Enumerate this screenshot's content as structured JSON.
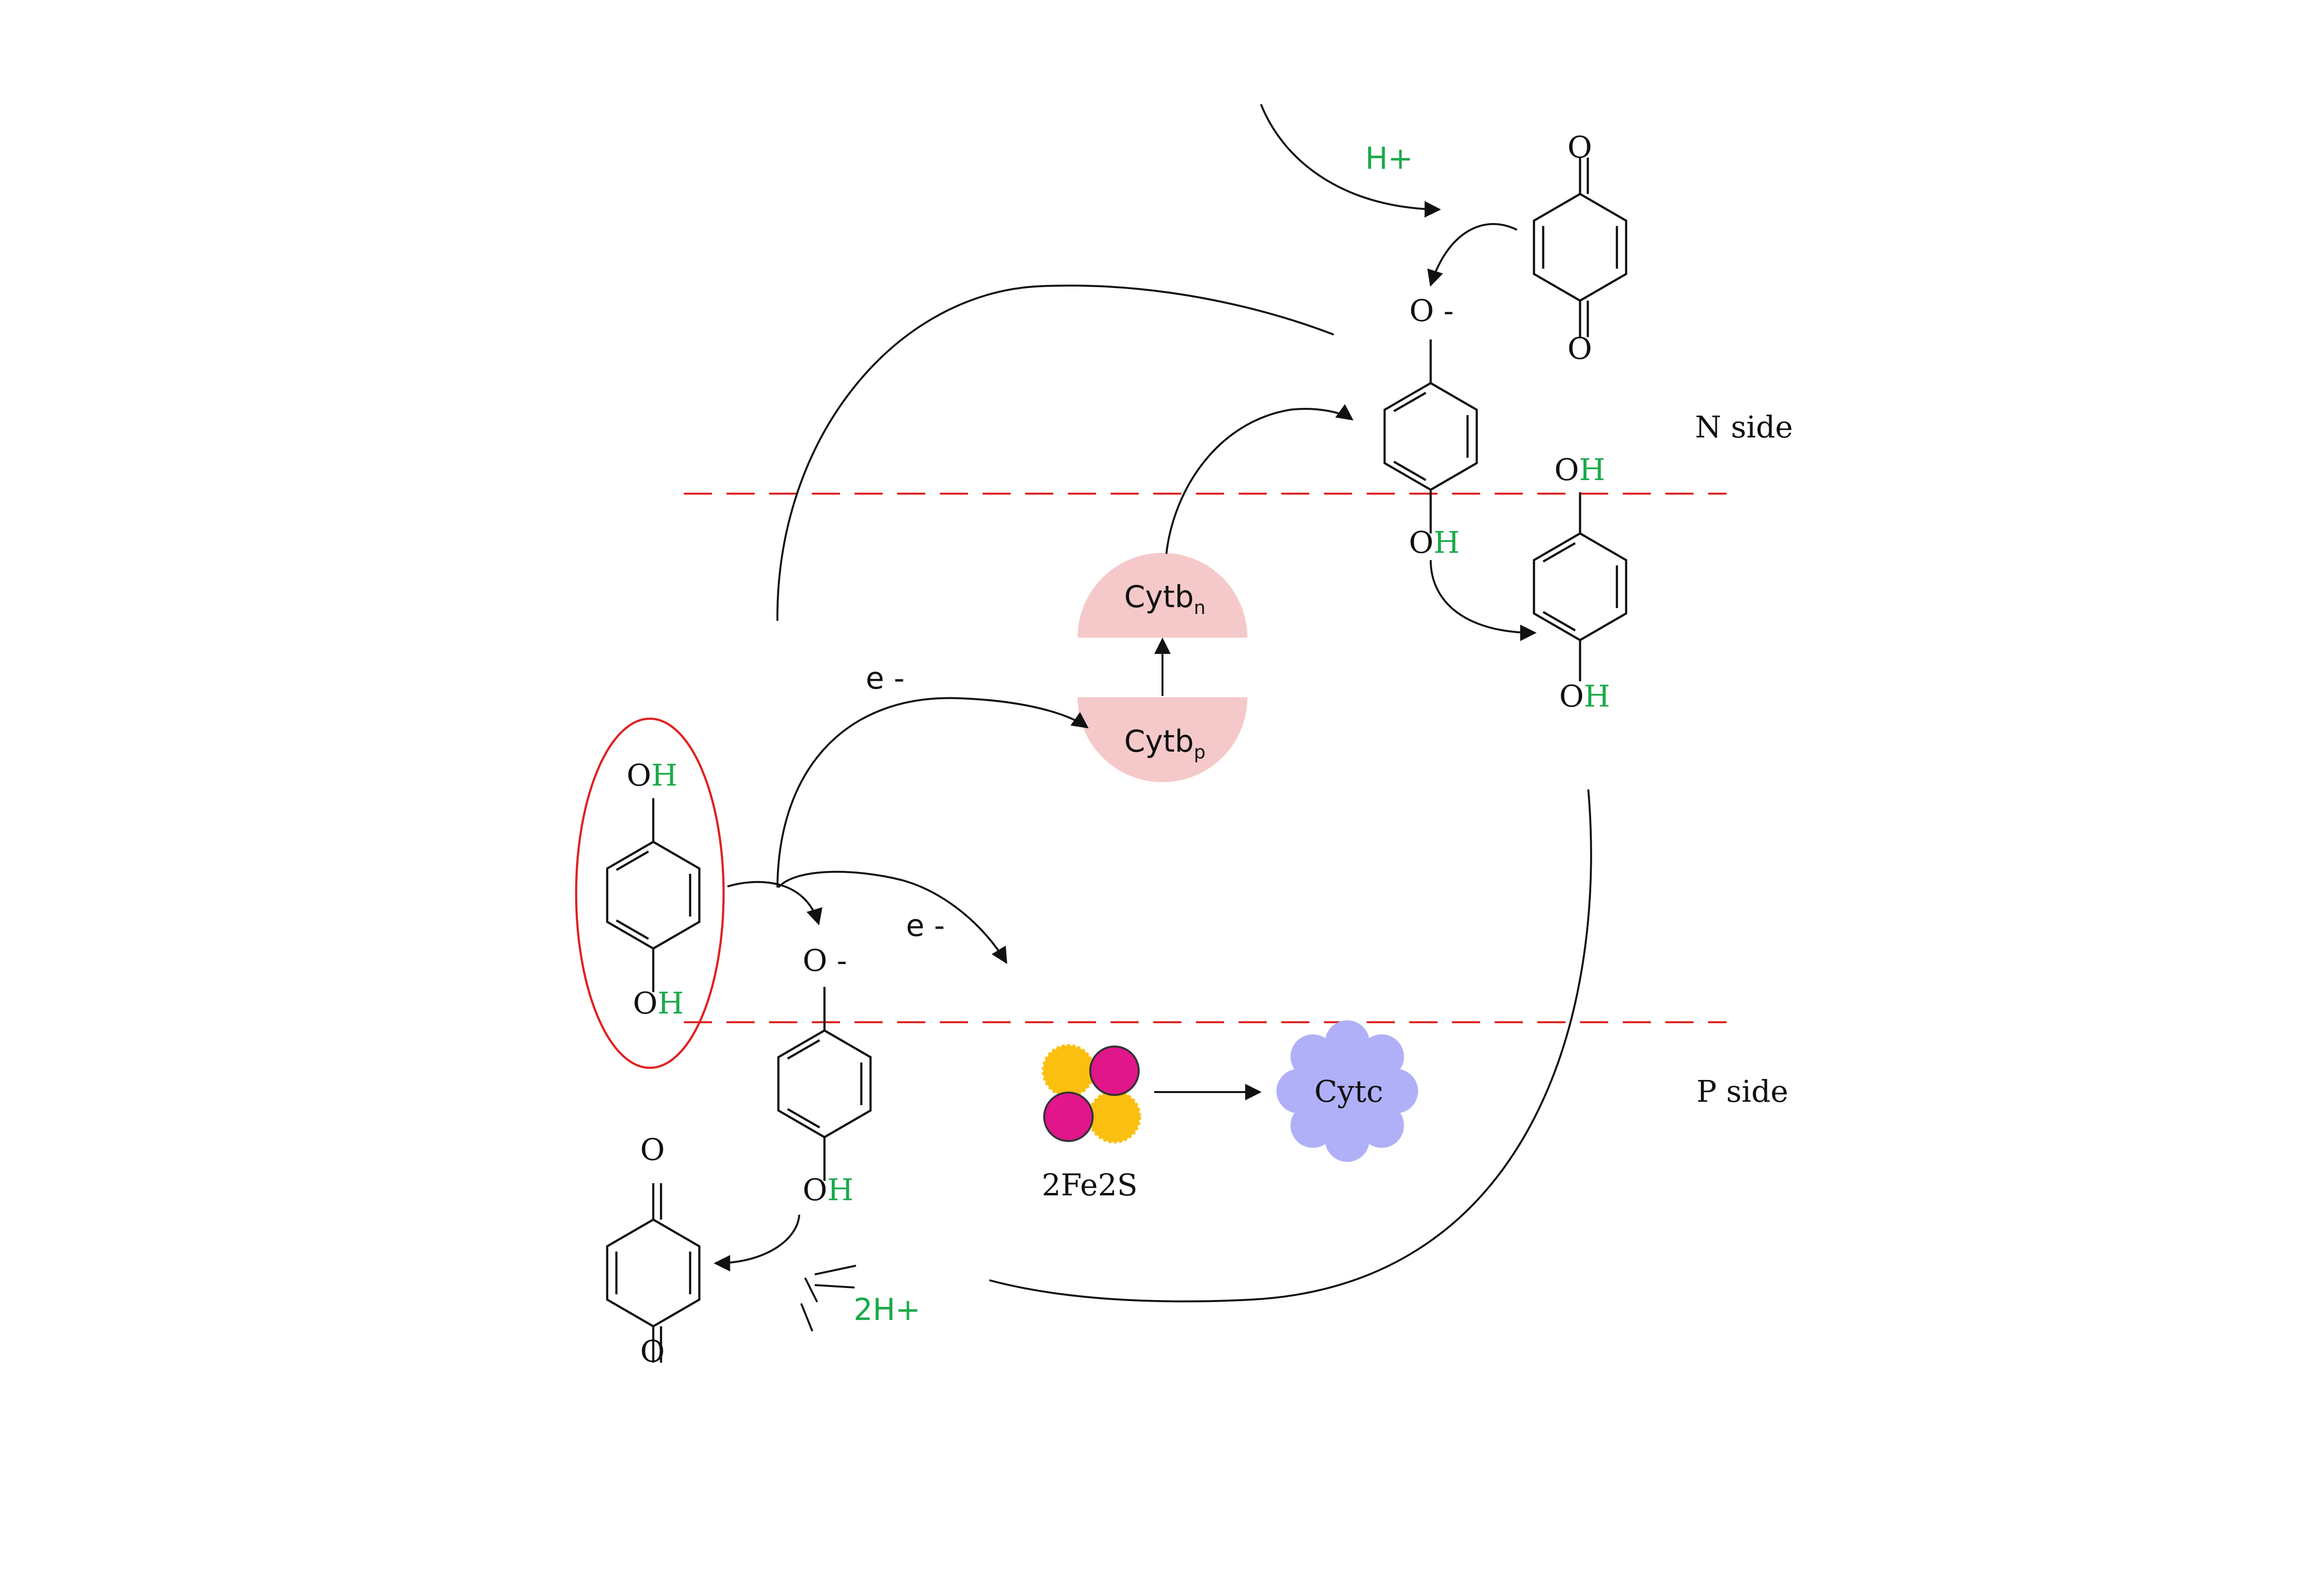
{
  "labels": {
    "h_plus": "H+",
    "n_side": "N side",
    "p_side": "P side",
    "two_h_plus": "2H+",
    "e_minus_top": "e -",
    "e_minus_bottom": "e -",
    "fe_s": "2Fe2S",
    "cytc": "Cytc",
    "cytb_n_base": "Cytb",
    "cytb_n_sub": "n",
    "cytb_p_base": "Cytb",
    "cytb_p_sub": "p"
  },
  "atoms": {
    "o": "O",
    "o_minus": "O -",
    "oh_o": "O",
    "oh_h": "H"
  },
  "colors": {
    "membrane_line": "#e02020",
    "proton_green": "#1aaa4a",
    "highlight_ellipse": "#e02020",
    "cytb_fill": "#f5c9c9",
    "cytc_fill": "#b0b0f8",
    "fes_yellow": "#fbbf10",
    "fes_magenta": "#e0168a"
  }
}
